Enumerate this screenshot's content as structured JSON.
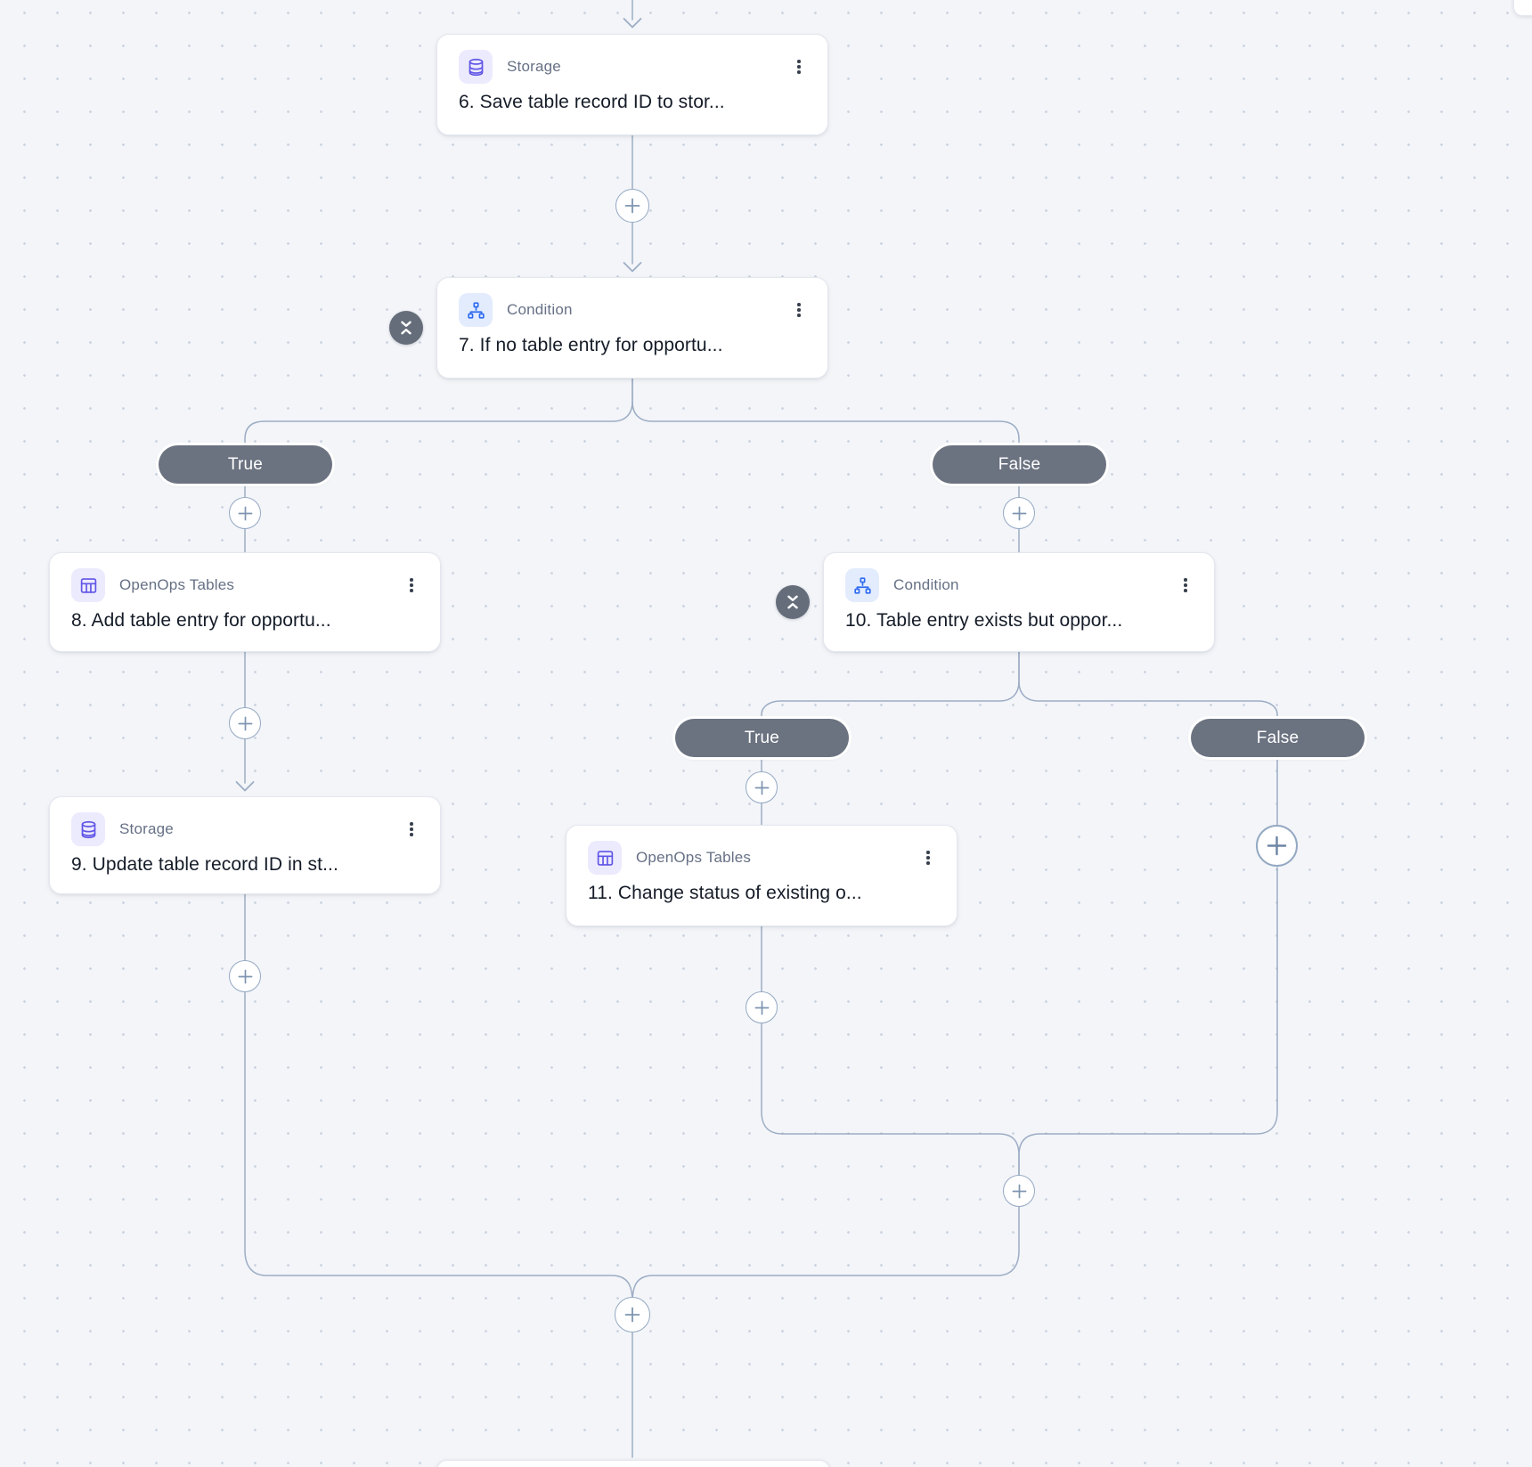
{
  "canvas": {
    "background": "#f3f5f9",
    "dot_color": "#ccd4e0",
    "connector_color": "#9dadc4",
    "accent_purple": "#5f55e6",
    "accent_blue": "#2e6bf0",
    "branch_pill_color": "#6b7280"
  },
  "nodes": [
    {
      "id": "6",
      "app": "Storage",
      "icon": "database-icon",
      "title": "6. Save table record ID to stor..."
    },
    {
      "id": "7",
      "app": "Condition",
      "icon": "condition-icon",
      "title": "7. If no table entry for opportu...",
      "has_collapse_toggle": true
    },
    {
      "id": "8",
      "app": "OpenOps Tables",
      "icon": "tables-icon",
      "title": "8. Add table entry for opportu..."
    },
    {
      "id": "9",
      "app": "Storage",
      "icon": "database-icon",
      "title": "9. Update table record ID in st..."
    },
    {
      "id": "10",
      "app": "Condition",
      "icon": "condition-icon",
      "title": "10. Table entry exists but oppor...",
      "has_collapse_toggle": true
    },
    {
      "id": "11",
      "app": "OpenOps Tables",
      "icon": "tables-icon",
      "title": "11. Change status of existing o..."
    }
  ],
  "branches": {
    "condition7": {
      "true_label": "True",
      "false_label": "False"
    },
    "condition10": {
      "true_label": "True",
      "false_label": "False"
    }
  }
}
